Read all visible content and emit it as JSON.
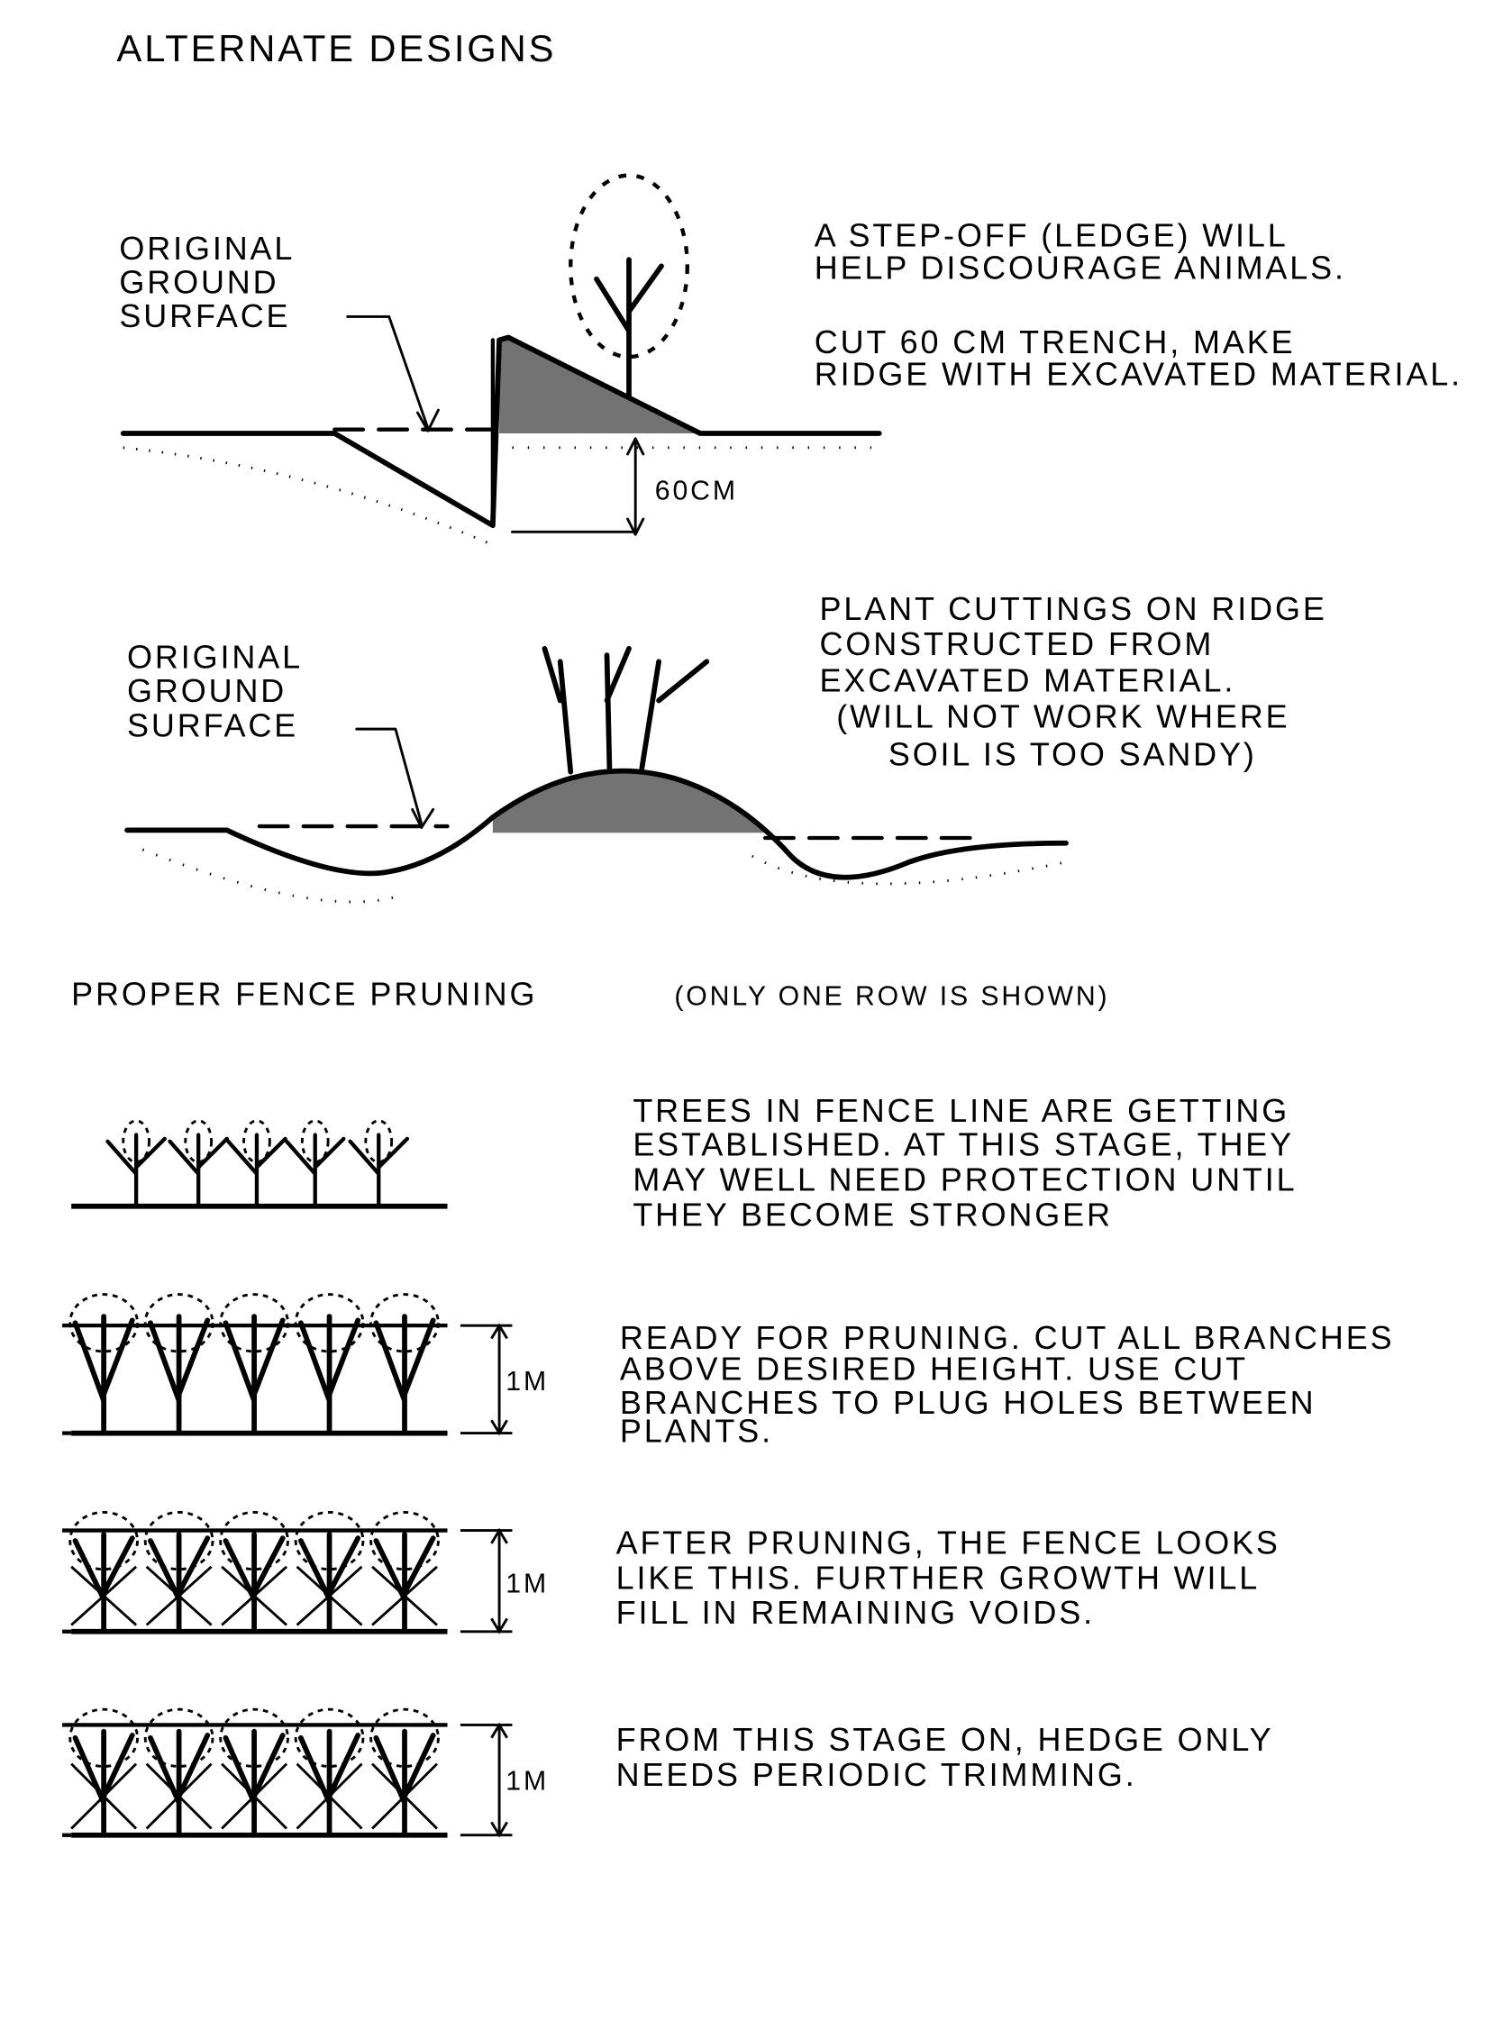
{
  "title": "ALTERNATE DESIGNS",
  "design1": {
    "label": [
      "ORIGINAL",
      "GROUND",
      "SURFACE"
    ],
    "notes": [
      "A STEP-OFF (LEDGE) WILL",
      "HELP DISCOURAGE ANIMALS.",
      "CUT 60 CM TRENCH, MAKE",
      "RIDGE WITH EXCAVATED MATERIAL."
    ],
    "depth": "60CM"
  },
  "design2": {
    "label": [
      "ORIGINAL",
      "GROUND",
      "SURFACE"
    ],
    "notes": [
      "PLANT CUTTINGS ON RIDGE",
      "CONSTRUCTED FROM",
      "EXCAVATED MATERIAL.",
      "(WILL NOT WORK WHERE",
      "SOIL IS TOO SANDY)"
    ]
  },
  "pruning": {
    "title": "PROPER FENCE PRUNING",
    "subtitle": "(ONLY ONE ROW IS SHOWN)",
    "stages": [
      {
        "lines": [
          "TREES IN FENCE LINE ARE GETTING",
          "ESTABLISHED. AT THIS STAGE, THEY",
          "MAY WELL NEED PROTECTION UNTIL",
          "THEY BECOME STRONGER"
        ]
      },
      {
        "lines": [
          "READY FOR PRUNING. CUT ALL BRANCHES",
          "ABOVE DESIRED HEIGHT. USE CUT",
          "BRANCHES TO PLUG HOLES BETWEEN",
          "PLANTS."
        ],
        "height": "1M"
      },
      {
        "lines": [
          "AFTER PRUNING, THE FENCE LOOKS",
          "LIKE THIS. FURTHER GROWTH WILL",
          "FILL IN REMAINING VOIDS."
        ],
        "height": "1M"
      },
      {
        "lines": [
          "FROM THIS STAGE ON, HEDGE ONLY",
          "NEEDS PERIODIC TRIMMING."
        ],
        "height": "1M"
      }
    ]
  }
}
